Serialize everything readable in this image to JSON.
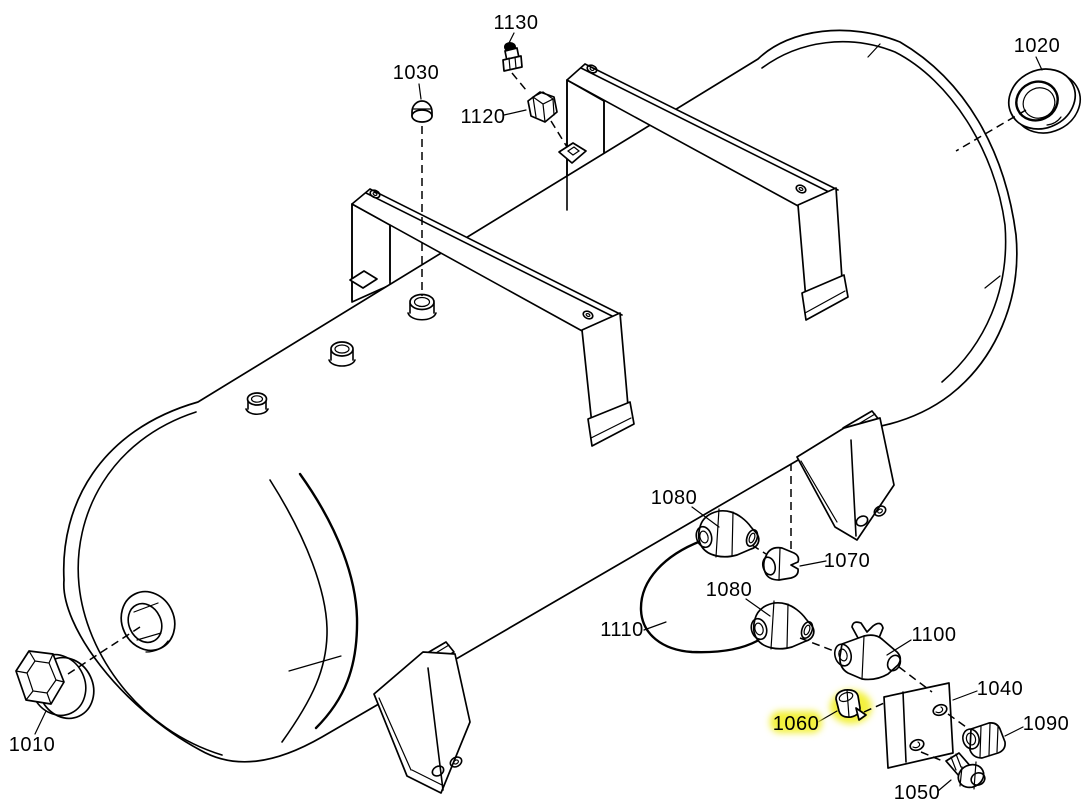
{
  "diagram": {
    "background_color": "#ffffff",
    "line_color": "#000000",
    "highlight_color": "#f3f13d",
    "highlighted_part": "1060",
    "callouts": [
      {
        "part": "1130",
        "highlighted": false
      },
      {
        "part": "1030",
        "highlighted": false
      },
      {
        "part": "1120",
        "highlighted": false
      },
      {
        "part": "1020",
        "highlighted": false
      },
      {
        "part": "1080",
        "highlighted": false
      },
      {
        "part": "1070",
        "highlighted": false
      },
      {
        "part": "1080",
        "highlighted": false
      },
      {
        "part": "1110",
        "highlighted": false
      },
      {
        "part": "1100",
        "highlighted": false
      },
      {
        "part": "1040",
        "highlighted": false
      },
      {
        "part": "1060",
        "highlighted": true
      },
      {
        "part": "1090",
        "highlighted": false
      },
      {
        "part": "1010",
        "highlighted": false
      },
      {
        "part": "1050",
        "highlighted": false
      }
    ]
  }
}
